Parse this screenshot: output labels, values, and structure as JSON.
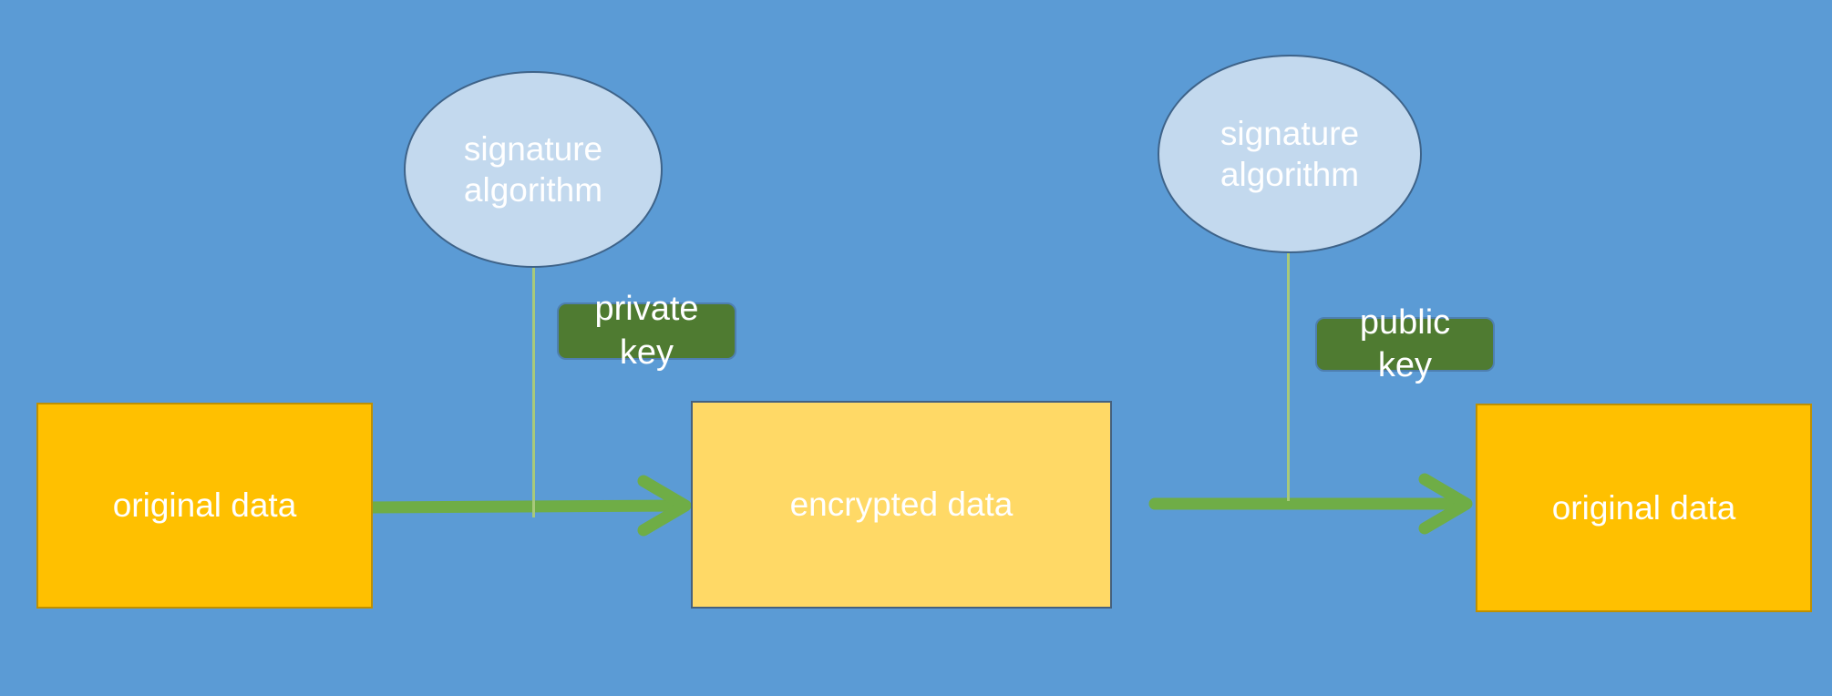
{
  "colors": {
    "background": "#5B9BD5",
    "ellipse-fill": "#C3D9EE",
    "ellipse-border": "#3E6389",
    "key-fill": "#4F7B31",
    "key-border": "#4E7FB0",
    "orange-fill": "#FFC000",
    "orange-border": "#BF9000",
    "middle-fill": "#FFD966",
    "middle-border": "#45617F",
    "arrow": "#6FAD46",
    "connector": "#A8C97A",
    "label-text": "#FFFFFF"
  },
  "diagram": {
    "sign_algorithm_left": {
      "label": "signature algorithm"
    },
    "sign_algorithm_right": {
      "label": "signature algorithm"
    },
    "private_key": {
      "label": "private key"
    },
    "public_key": {
      "label": "public key"
    },
    "original_data_left": {
      "label": "original data"
    },
    "encrypted_data": {
      "label": "encrypted data"
    },
    "original_data_right": {
      "label": "original data"
    }
  }
}
